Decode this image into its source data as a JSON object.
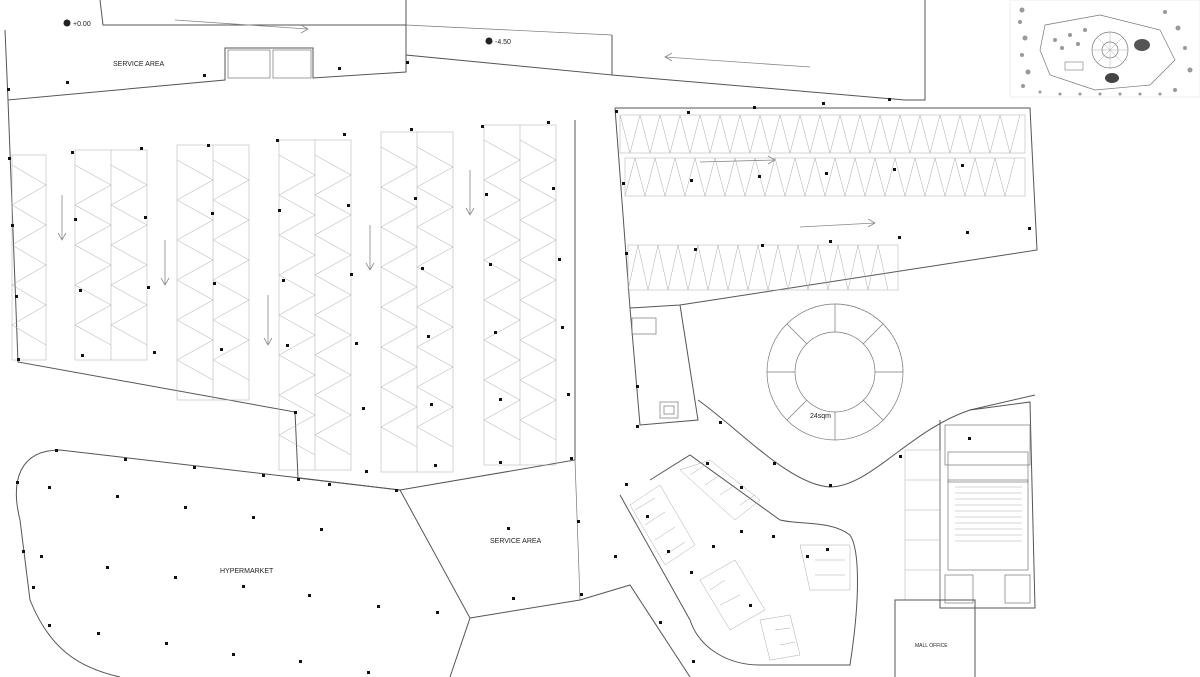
{
  "levels": {
    "upper": "+0.00",
    "lower": "-4.50"
  },
  "rooms": {
    "service_area_top": "SERVICE AREA",
    "service_area_center": "SERVICE AREA",
    "hypermarket": "HYPERMARKET",
    "kiosk_area": "24sqm",
    "mall_office": "MALL OFFICE"
  },
  "colors": {
    "line": "#555555",
    "hatch": "#aaaaaa",
    "column": "#111111",
    "background": "#ffffff"
  }
}
